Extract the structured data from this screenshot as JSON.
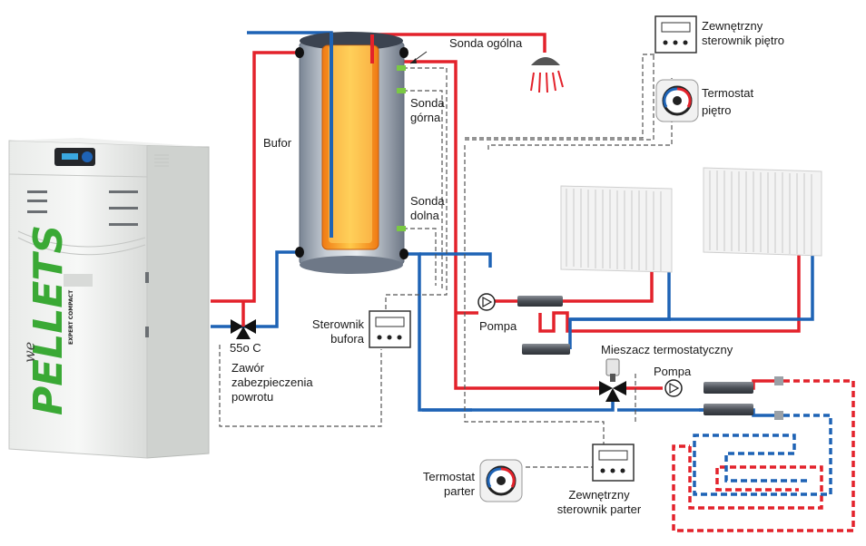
{
  "labels": {
    "sonda_ogolna": "Sonda ogólna",
    "zew_pietro_1": "Zewnętrzny",
    "zew_pietro_2": "sterownik piętro",
    "termostat_pietro_1": "Termostat",
    "termostat_pietro_2": "piętro",
    "bufor": "Bufor",
    "sonda_gorna_1": "Sonda",
    "sonda_gorna_2": "górna",
    "sonda_dolna_1": "Sonda",
    "sonda_dolna_2": "dolna",
    "pompa_1": "Pompa",
    "pompa_2": "Pompa",
    "sterownik_bufora_1": "Sterownik",
    "sterownik_bufora_2": "bufora",
    "temp": "55o C",
    "zawor_1": "Zawór",
    "zawor_2": "zabezpieczenia",
    "zawor_3": "powrotu",
    "mieszacz": "Mieszacz termostatyczny",
    "termostat_parter_1": "Termostat",
    "termostat_parter_2": "parter",
    "zew_parter_1": "Zewnętrzny",
    "zew_parter_2": "sterownik parter"
  },
  "brand": {
    "we": "we",
    "pellets": "PELLETS",
    "sub": "EXPERT COMPACT"
  },
  "colors": {
    "hot": "#e3222b",
    "cold": "#1e63b5",
    "signal": "#555555",
    "sensor": "#7ac943",
    "logo": "#3aa935"
  }
}
